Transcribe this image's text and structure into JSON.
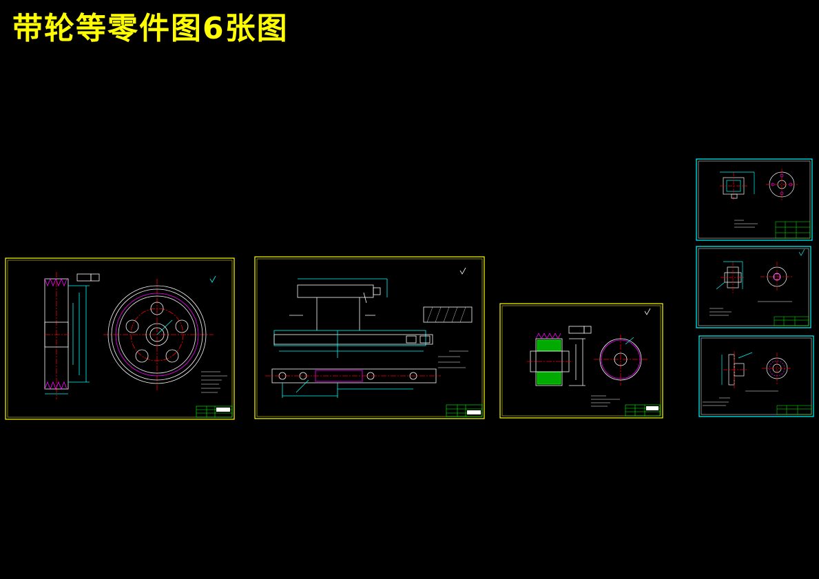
{
  "title": "带轮等零件图6张图",
  "colors": {
    "background": "#000000",
    "title": "#ffff00",
    "sheet_border_yellow": "#ffff00",
    "sheet_border_cyan": "#00ffff",
    "centerline": "#ff0000",
    "outline": "#ffffff",
    "dimension": "#00ffff",
    "hatch": "#00ff00",
    "highlight": "#ff00ff",
    "titleblock": "#00ff00"
  },
  "sheets": [
    {
      "name": "pulley-large",
      "border": "yellow"
    },
    {
      "name": "shaft-part",
      "border": "yellow"
    },
    {
      "name": "pulley-small",
      "border": "yellow"
    },
    {
      "name": "flange-1",
      "border": "cyan"
    },
    {
      "name": "flange-2",
      "border": "cyan"
    },
    {
      "name": "flange-3",
      "border": "cyan"
    }
  ]
}
